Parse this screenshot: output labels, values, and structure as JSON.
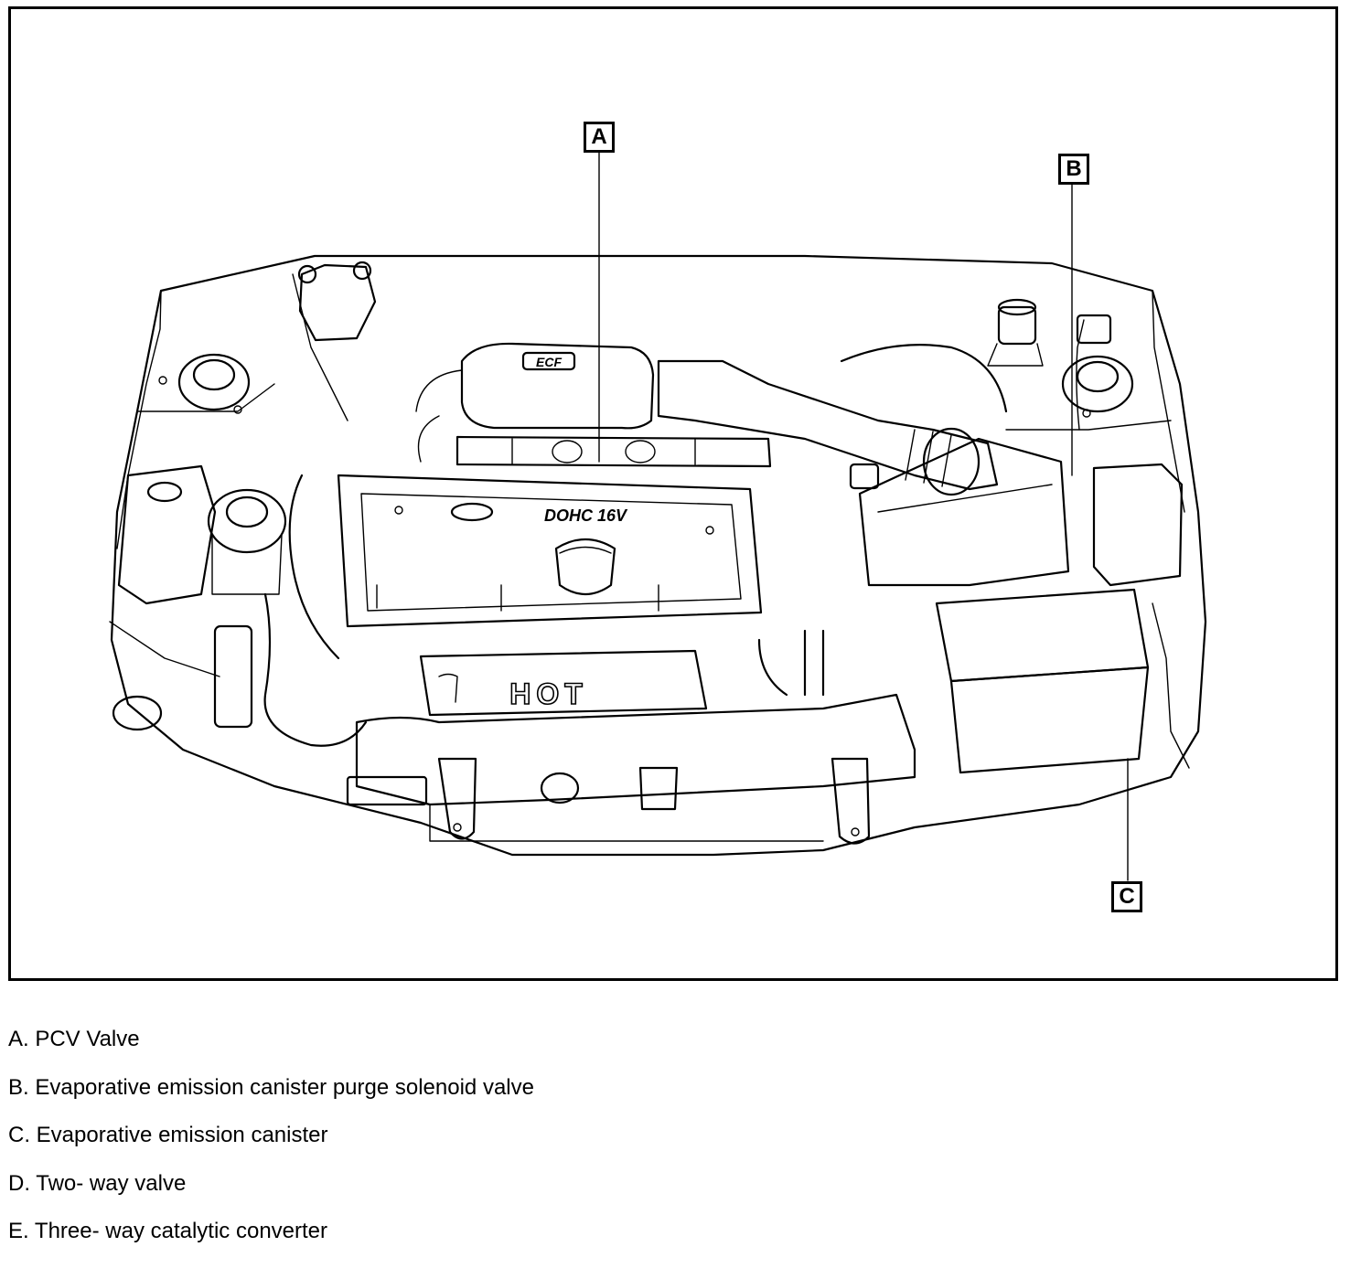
{
  "callouts": {
    "a": "A",
    "b": "B",
    "c": "C"
  },
  "engine_markings": {
    "cover_text": "DOHC 16V",
    "plenum_text": "ECF",
    "heat_shield_text": "HOT"
  },
  "legend": [
    "A. PCV Valve",
    "B. Evaporative emission canister purge solenoid valve",
    "C. Evaporative emission canister",
    "D. Two- way valve",
    "E. Three- way catalytic converter"
  ]
}
